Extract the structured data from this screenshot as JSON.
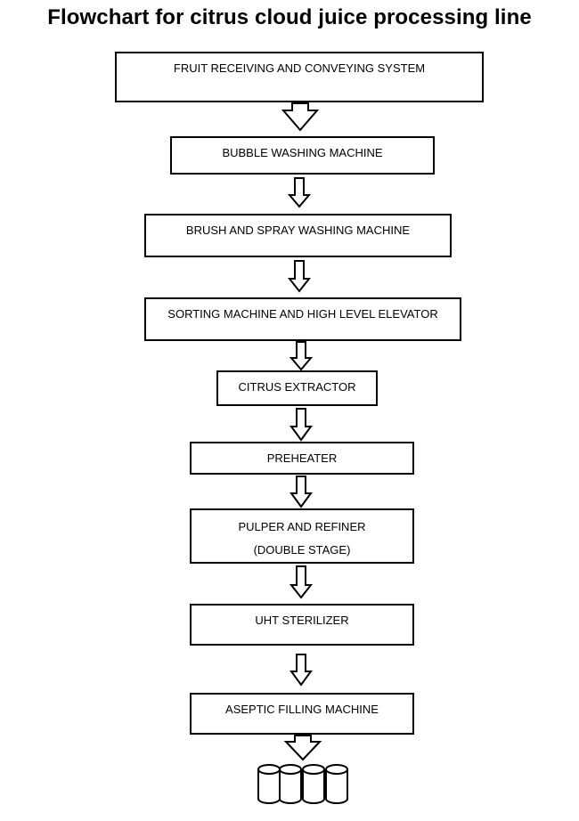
{
  "title": "Flowchart for citrus cloud juice processing line",
  "steps": [
    {
      "label": "FRUIT RECEIVING AND CONVEYING SYSTEM"
    },
    {
      "label": "BUBBLE WASHING MACHINE"
    },
    {
      "label": "BRUSH AND SPRAY WASHING MACHINE"
    },
    {
      "label": "SORTING MACHINE AND HIGH LEVEL ELEVATOR"
    },
    {
      "label": "CITRUS EXTRACTOR"
    },
    {
      "label": "PREHEATER"
    },
    {
      "label": "PULPER AND REFINER",
      "label2": "(DOUBLE STAGE)"
    },
    {
      "label": "UHT STERILIZER"
    },
    {
      "label": "ASEPTIC FILLING MACHINE"
    }
  ],
  "end_icon": "juice-cans-icon"
}
